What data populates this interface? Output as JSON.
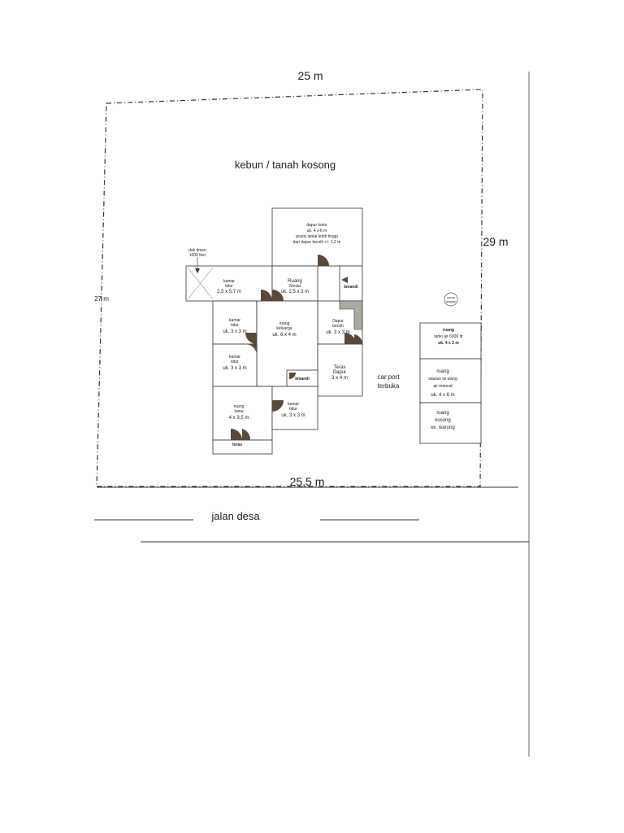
{
  "dimensions": {
    "top": "25 m",
    "bottom": "25,5 m",
    "right": "29 m",
    "left": "27 m"
  },
  "garden_label": "kebun / tanah kosong",
  "road_label": "jalan desa",
  "carport": {
    "line1": "car port",
    "line2": "terbuka"
  },
  "water_tank": {
    "line1": "dak timen",
    "line2": "1000 liter"
  },
  "septic": {
    "line1": "sumur",
    "line2": "resapan"
  },
  "rooms": {
    "dapur_kotor": {
      "l1": "dapur kotor",
      "l2": "uk. 4 x 6 m",
      "l3": "posisi lantai lebih tinggi",
      "l4": "dari dapur bersih +/- 1,2 m"
    },
    "kamar_tidur_atas": {
      "l1": "kamar",
      "l2": "tidur",
      "l3": "2,5 x 5,7 m"
    },
    "ruang_sholat": {
      "l1": "Ruang",
      "l2": "Sholat",
      "l3": "uk. 2,5 x 3 m"
    },
    "kamar_mandi_1": {
      "l1": "kmandi"
    },
    "kamar_tidur_1": {
      "l1": "kamar",
      "l2": "tidur",
      "l3": "uk. 3 x 3 m"
    },
    "ruang_keluarga": {
      "l1": "ruang",
      "l2": "keluarga",
      "l3": "uk. 6 x 4 m"
    },
    "dapur_bersih": {
      "l1": "Dapur",
      "l2": "bersih",
      "l3": "uk. 3 x 3 m"
    },
    "kamar_tidur_2": {
      "l1": "kamar",
      "l2": "tidur",
      "l3": "uk. 3 x 3 m"
    },
    "kamar_mandi_2": {
      "l1": "kmandi"
    },
    "teras_dapur": {
      "l1": "Teras",
      "l2": "Dapur",
      "l3": "3 x 4 m"
    },
    "ruang_tamu": {
      "l1": "ruang",
      "l2": "tamu",
      "l3": "4 x 3,5 m"
    },
    "kamar_tidur_3": {
      "l1": "kamar",
      "l2": "tidur",
      "l3": "uk. 3 x 3 m"
    },
    "teras": {
      "l1": "teras"
    }
  },
  "side_building": {
    "tank_room": {
      "l1": "ruang",
      "l2": "tanki air 6000 ltr",
      "l3": "uk. 4 x 2 m"
    },
    "refill_room": {
      "l1": "ruang",
      "l2": "stasiun isi ulang",
      "l3": "air mineral",
      "l4": "uk. 4 x 6 m"
    },
    "empty_room": {
      "l1": "ruang",
      "l2": "kosong",
      "l3": "ex. warung"
    }
  },
  "colors": {
    "line": "#333333",
    "door": "#5a4a3a",
    "stair": "#a8ab9e"
  }
}
